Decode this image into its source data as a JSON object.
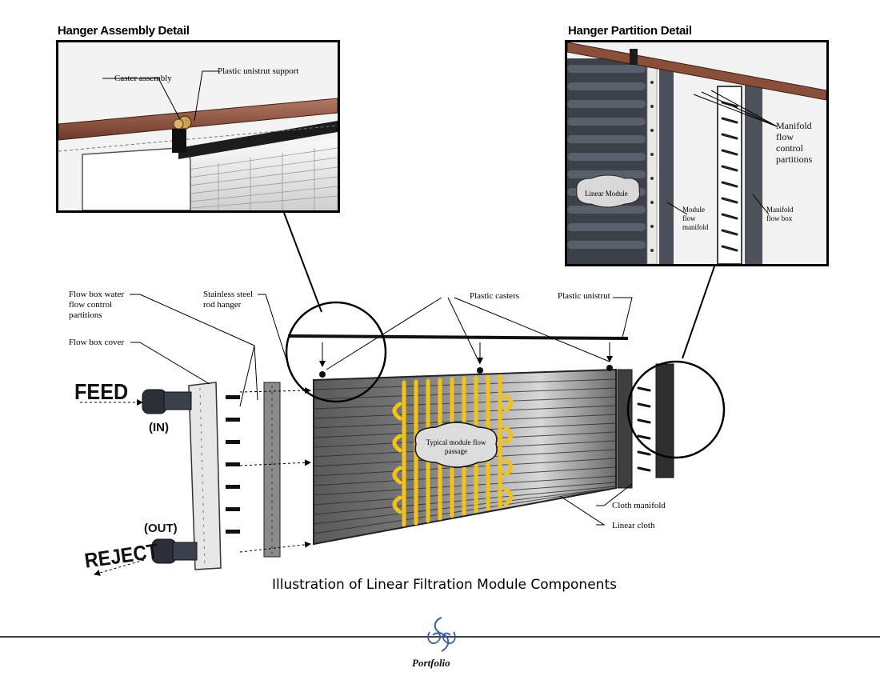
{
  "headings": {
    "hanger_assembly": "Hanger Assembly Detail",
    "hanger_partition": "Hanger Partition Detail"
  },
  "assembly_detail": {
    "caster_assembly": "Caster assembly",
    "plastic_unistrut_support": "Plastic unistrut support"
  },
  "partition_detail": {
    "manifold_flow_control_partitions": [
      "Manifold",
      "flow",
      "control",
      "partitions"
    ],
    "linear_module": "Linear Module",
    "module_flow_manifold": [
      "Module",
      "flow",
      "manifold"
    ],
    "manifold_flow_box": [
      "Manifold",
      "flow box"
    ]
  },
  "main_labels": {
    "flow_box_water": [
      "Flow box water",
      "flow control",
      "partitions"
    ],
    "flow_box_cover": "Flow box cover",
    "stainless_steel": [
      "Stainless steel",
      "rod hanger"
    ],
    "plastic_casters": "Plastic casters",
    "plastic_unistrut": "Plastic unistrut",
    "typical_flow": [
      "Typical module flow",
      "passage"
    ],
    "cloth_manifold": "Cloth manifold",
    "linear_cloth": "Linear cloth"
  },
  "flow": {
    "feed": "FEED",
    "in": "(IN)",
    "out": "(OUT)",
    "reject": "REJECT"
  },
  "caption": "Illustration of Linear Filtration Module Components",
  "logo": {
    "text": "Portfolio"
  },
  "colors": {
    "unistrut": "#8a4f3a",
    "flow_passage": "#f2c21a",
    "cloth": "#6e6e6e",
    "frame": "#000000"
  }
}
